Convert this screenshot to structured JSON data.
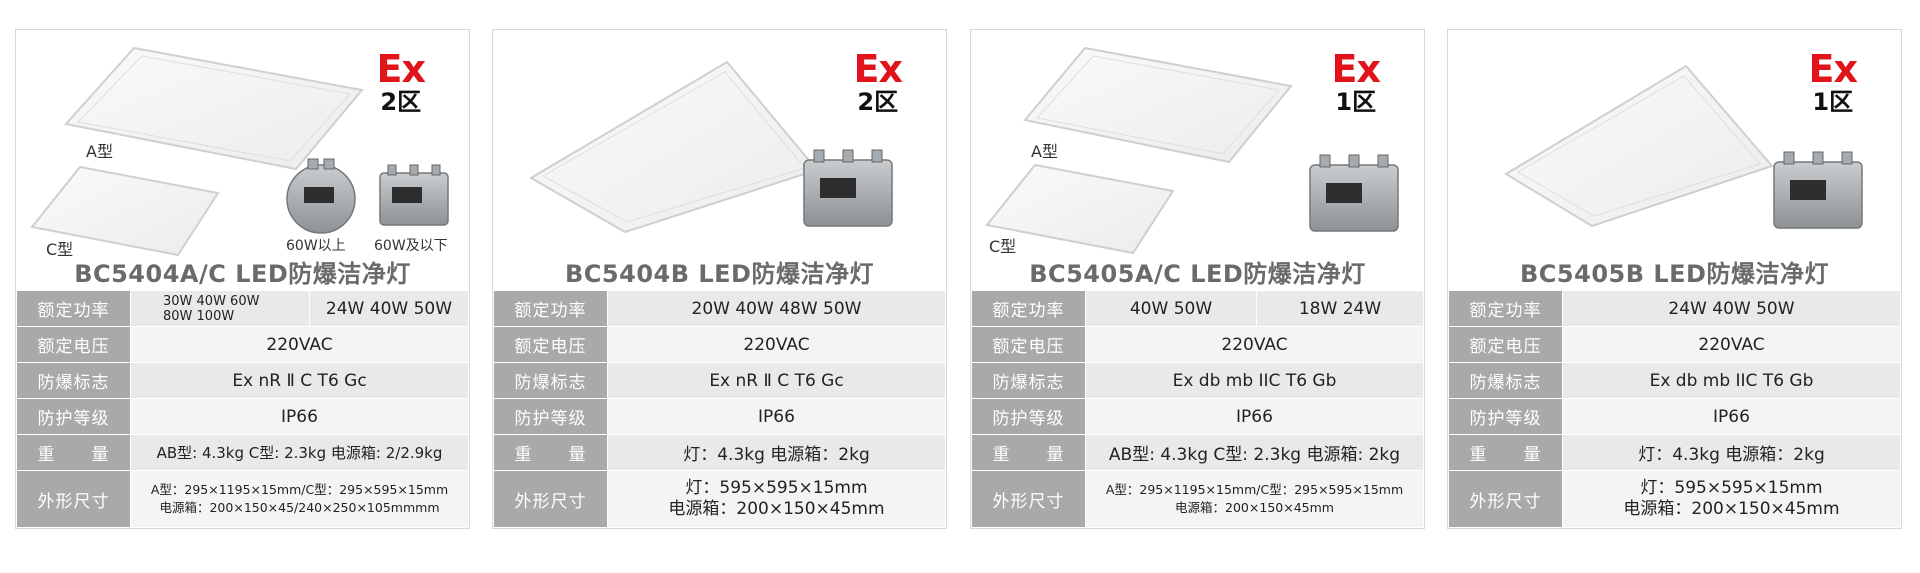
{
  "cards": [
    {
      "ex": "Ex",
      "zone": "2区",
      "title": "BC5404A/C LED防爆洁净灯",
      "label_a": "A型",
      "label_c": "C型",
      "cap_1": "60W以上",
      "cap_2": "60W及以下",
      "rows": {
        "power_label": "额定功率",
        "power_left": "30W 40W 60W\n80W 100W",
        "power_right": "24W 40W 50W",
        "voltage_label": "额定电压",
        "voltage": "220VAC",
        "mark_label": "防爆标志",
        "mark": "Ex nR  Ⅱ C T6 Gc",
        "ip_label": "防护等级",
        "ip": "IP66",
        "weight_label": "重　　量",
        "weight": "AB型: 4.3kg C型: 2.3kg  电源箱:  2/2.9kg",
        "size_label": "外形尺寸",
        "size_1": "A型：295×1195×15mm/C型：295×595×15mm",
        "size_2": "电源箱：200×150×45/240×250×105mmmm"
      }
    },
    {
      "ex": "Ex",
      "zone": "2区",
      "title": "BC5404B LED防爆洁净灯",
      "rows": {
        "power_label": "额定功率",
        "power": "20W 40W 48W 50W",
        "voltage_label": "额定电压",
        "voltage": "220VAC",
        "mark_label": "防爆标志",
        "mark": "Ex nR  Ⅱ C T6 Gc",
        "ip_label": "防护等级",
        "ip": "IP66",
        "weight_label": "重　　量",
        "weight": "灯：4.3kg  电源箱：2kg",
        "size_label": "外形尺寸",
        "size_1": "灯：595×595×15mm",
        "size_2": "电源箱：200×150×45mm"
      }
    },
    {
      "ex": "Ex",
      "zone": "1区",
      "title": "BC5405A/C LED防爆洁净灯",
      "label_a": "A型",
      "label_c": "C型",
      "rows": {
        "power_label": "额定功率",
        "power_left": "40W 50W",
        "power_right": "18W 24W",
        "voltage_label": "额定电压",
        "voltage": "220VAC",
        "mark_label": "防爆标志",
        "mark": "Ex db mb IIC T6 Gb",
        "ip_label": "防护等级",
        "ip": "IP66",
        "weight_label": "重　　量",
        "weight": "AB型: 4.3kg C型: 2.3kg  电源箱:  2kg",
        "size_label": "外形尺寸",
        "size_1": "A型：295×1195×15mm/C型：295×595×15mm",
        "size_2": "电源箱：200×150×45mm"
      }
    },
    {
      "ex": "Ex",
      "zone": "1区",
      "title": "BC5405B LED防爆洁净灯",
      "rows": {
        "power_label": "额定功率",
        "power": "24W 40W 50W",
        "voltage_label": "额定电压",
        "voltage": "220VAC",
        "mark_label": "防爆标志",
        "mark": "Ex db mb IIC T6 Gb",
        "ip_label": "防护等级",
        "ip": "IP66",
        "weight_label": "重　　量",
        "weight": "灯：4.3kg  电源箱：2kg",
        "size_label": "外形尺寸",
        "size_1": "灯：595×595×15mm",
        "size_2": "电源箱：200×150×45mm"
      }
    }
  ],
  "colors": {
    "ex_red": "#e0141a",
    "label_gray": "#a9a9a9",
    "value_gray": "#e9e9e9",
    "title_gray": "#6a6a6a"
  }
}
